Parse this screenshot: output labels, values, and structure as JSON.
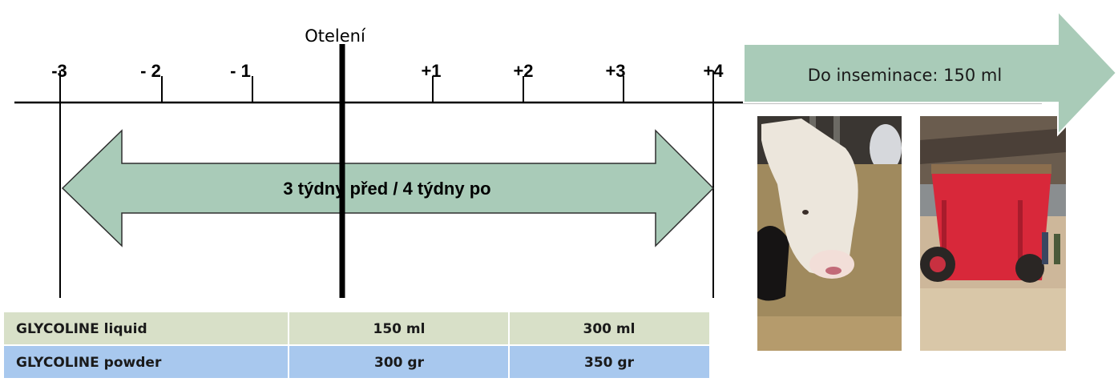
{
  "timeline": {
    "calving_label": "Otelení",
    "ticks": [
      "-3",
      "- 2",
      "- 1",
      "+1",
      "+2",
      "+3",
      "+4"
    ]
  },
  "period_arrow": {
    "label": "3 týdny před / 4 týdny po",
    "fill_color": "#a9cbb8",
    "stroke_color": "#2f2f2f"
  },
  "insemination_arrow": {
    "label": "Do inseminace: 150 ml",
    "fill_color": "#a9cbb8"
  },
  "photos": [
    {
      "name": "cow-feeding-photo"
    },
    {
      "name": "feed-mixer-wagon-photo"
    }
  ],
  "dosage_table": {
    "rows": [
      {
        "product": "GLYCOLINE liquid",
        "before": "150 ml",
        "after": "300 ml",
        "color": "#d8e0c8"
      },
      {
        "product": "GLYCOLINE powder",
        "before": "300 gr",
        "after": "350 gr",
        "color": "#a8c8ee"
      }
    ]
  }
}
